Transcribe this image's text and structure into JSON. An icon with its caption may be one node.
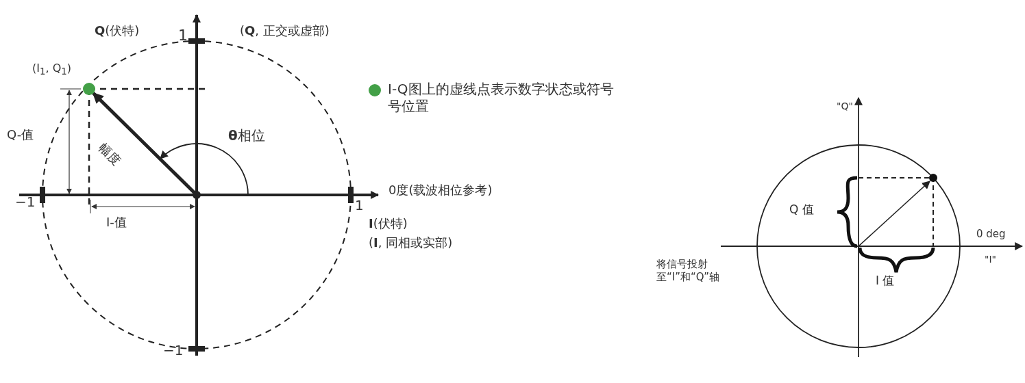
{
  "diagram": {
    "labels": [
      "**Q**(伏特)",
      "1",
      "(**Q**, 正交或虚部)",
      "(I$_{1}$, Q$_{1}$)",
      "Q-值",
      "幅度",
      "**θ**相位",
      "0度(载波相位参考)",
      "−1",
      "1",
      "I-值",
      "**I**(伏特)",
      "(**I**, 同相或实部)",
      "−1",
      "\"Q\"",
      "Q 值",
      "0 deg",
      "将信号投射至“I”和“Q”轴",
      "\"I\"",
      "I 值"
    ],
    "legend": [
      {
        "text": "I-Q图上的虚线点表示数字状态或符号号位置",
        "color": "#43a047"
      }
    ]
  }
}
